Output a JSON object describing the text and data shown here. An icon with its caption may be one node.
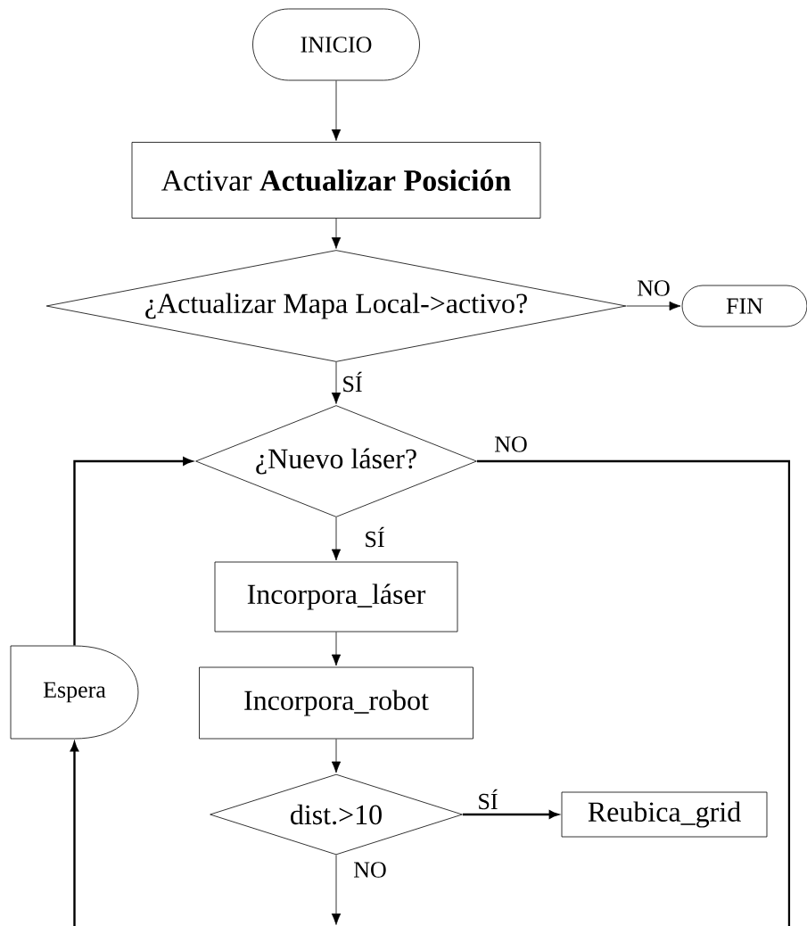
{
  "diagram": {
    "nodes": [
      {
        "text": [
          "INICIO"
        ]
      },
      {
        "text": [
          "Activar **Actualizar Posición**"
        ]
      },
      {
        "text": [
          "¿Actualizar Mapa Local->activo?"
        ]
      },
      {
        "text": [
          "FIN"
        ]
      },
      {
        "text": [
          "¿Nuevo láser?"
        ]
      },
      {
        "text": [
          "Incorpora_láser"
        ]
      },
      {
        "text": [
          "Incorpora_robot"
        ]
      },
      {
        "text": [
          "dist.>10"
        ]
      },
      {
        "text": [
          "Reubica_grid"
        ]
      },
      {
        "text": [
          "Espera"
        ]
      }
    ],
    "edges": [
      {
        "from": 0,
        "to": 1,
        "arrow": "to"
      },
      {
        "from": 1,
        "to": 2,
        "arrow": "to"
      },
      {
        "from": 2,
        "to": 3,
        "arrow": "to",
        "label": "NO"
      },
      {
        "from": 2,
        "to": 4,
        "arrow": "to",
        "label": "SÍ"
      },
      {
        "from": 4,
        "to": 5,
        "arrow": "to",
        "label": "SÍ"
      },
      {
        "from": 5,
        "to": 6,
        "arrow": "to"
      },
      {
        "from": 6,
        "to": 7,
        "arrow": "to"
      },
      {
        "from": 7,
        "to": 8,
        "arrow": "to",
        "label": "SÍ",
        "style": "thick"
      },
      {
        "from": 7,
        "to": null,
        "arrow": "to",
        "label": "NO"
      },
      {
        "from": 4,
        "to": null,
        "arrow": "none",
        "label": "NO",
        "style": "thick"
      },
      {
        "from": null,
        "to": 9,
        "arrow": "to",
        "style": "thick"
      },
      {
        "from": 9,
        "to": 4,
        "arrow": "to",
        "style": "thick"
      }
    ]
  }
}
